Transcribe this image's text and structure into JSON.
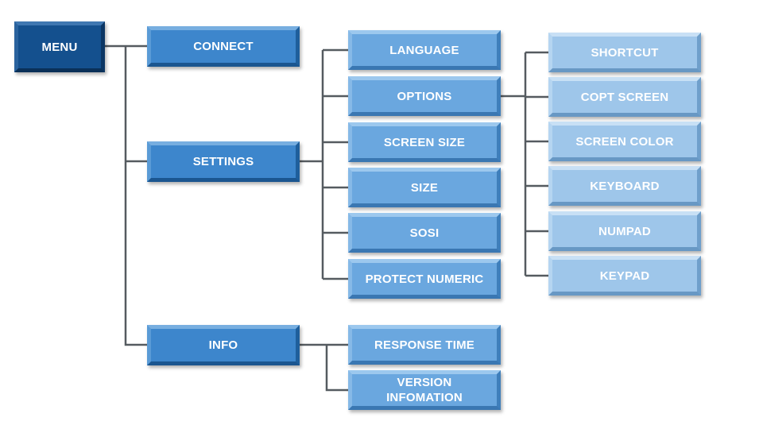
{
  "diagram": {
    "root": {
      "label": "MENU"
    },
    "level1": {
      "connect": "CONNECT",
      "settings": "SETTINGS",
      "info": "INFO"
    },
    "settings_children": {
      "language": "LANGUAGE",
      "options": "OPTIONS",
      "screen_size": "SCREEN SIZE",
      "size": "SIZE",
      "sosi": "SOSI",
      "protect_numeric": "PROTECT NUMERIC"
    },
    "info_children": {
      "response_time": "RESPONSE TIME",
      "version_information": "VERSION\nINFOMATION"
    },
    "options_children": {
      "shortcut": "SHORTCUT",
      "copt_screen": "COPT SCREEN",
      "screen_color": "SCREEN COLOR",
      "keyboard": "KEYBOARD",
      "numpad": "NUMPAD",
      "keypad": "KEYPAD"
    },
    "colors": {
      "root": "#14508e",
      "level1": "#3d86cc",
      "level2": "#6aa7df",
      "level3": "#9ec6ea",
      "connector": "#555b60"
    }
  }
}
